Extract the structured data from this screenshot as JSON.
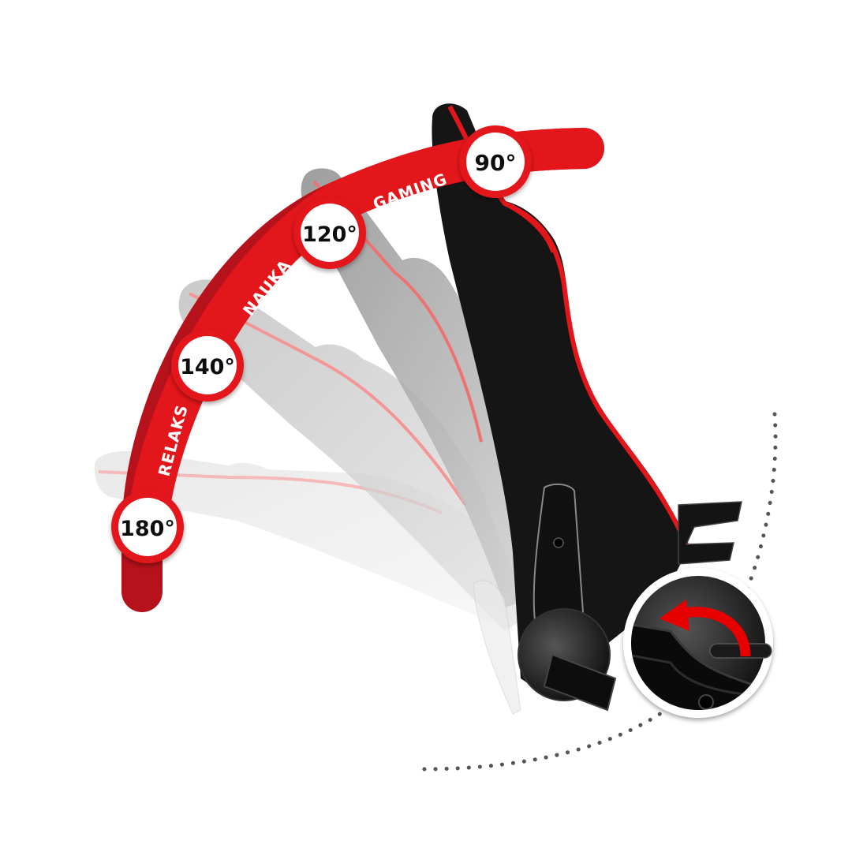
{
  "infographic": {
    "subject": "Gaming chair backrest recline angles",
    "colors": {
      "accent_red": "#e3161b",
      "dark_red": "#b5121b",
      "chair_black": "#141414",
      "ghost_gray": "#8a8a8a",
      "dots": "#555555"
    },
    "angles": [
      {
        "value": "90",
        "unit": "°",
        "label": "90°"
      },
      {
        "value": "120",
        "unit": "°",
        "label": "120°"
      },
      {
        "value": "140",
        "unit": "°",
        "label": "140°"
      },
      {
        "value": "180",
        "unit": "°",
        "label": "180°"
      }
    ],
    "modes": [
      {
        "label": "GAMING",
        "between": [
          "90°",
          "120°"
        ]
      },
      {
        "label": "NAUKA",
        "between": [
          "120°",
          "140°"
        ]
      },
      {
        "label": "RELAKS",
        "between": [
          "140°",
          "180°"
        ]
      }
    ],
    "detail_callout": {
      "icon": "rotate-counterclockwise-arrow-icon",
      "subject": "recline adjustment lever"
    }
  }
}
